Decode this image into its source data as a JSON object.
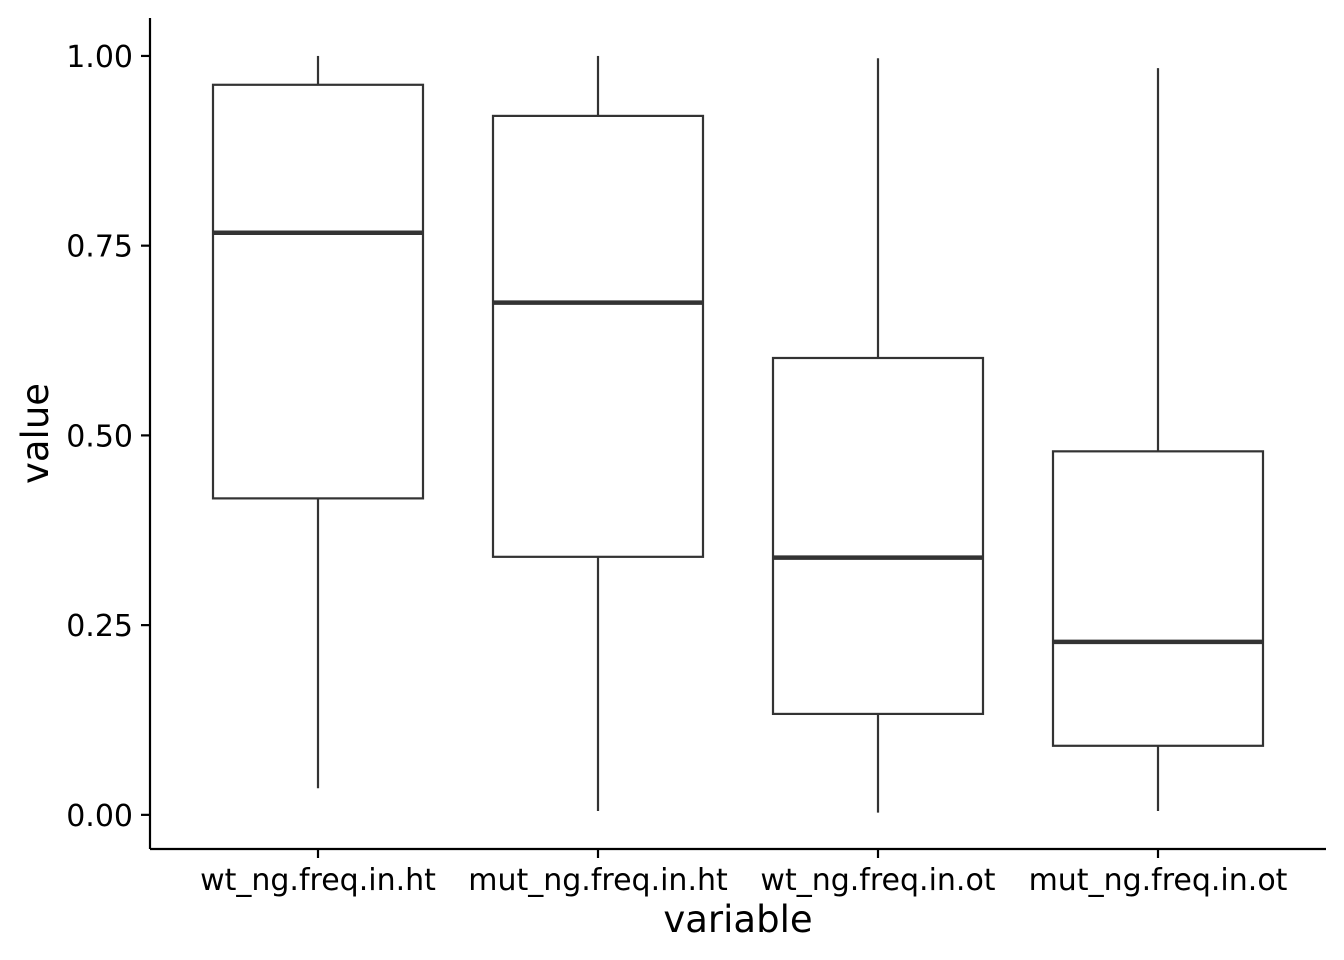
{
  "chart_data": {
    "type": "box",
    "xlabel": "variable",
    "ylabel": "value",
    "ylim": [
      -0.045,
      1.05
    ],
    "yticks": [
      0.0,
      0.25,
      0.5,
      0.75,
      1.0
    ],
    "ytick_labels": [
      "0.00",
      "0.25",
      "0.50",
      "0.75",
      "1.00"
    ],
    "categories": [
      "wt_ng.freq.in.ht",
      "mut_ng.freq.in.ht",
      "wt_ng.freq.in.ot",
      "mut_ng.freq.in.ot"
    ],
    "boxes": [
      {
        "category": "wt_ng.freq.in.ht",
        "whisker_low": 0.035,
        "q1": 0.417,
        "median": 0.767,
        "q3": 0.962,
        "whisker_high": 1.0
      },
      {
        "category": "mut_ng.freq.in.ht",
        "whisker_low": 0.005,
        "q1": 0.34,
        "median": 0.675,
        "q3": 0.921,
        "whisker_high": 1.0
      },
      {
        "category": "wt_ng.freq.in.ot",
        "whisker_low": 0.003,
        "q1": 0.133,
        "median": 0.339,
        "q3": 0.602,
        "whisker_high": 0.997
      },
      {
        "category": "mut_ng.freq.in.ot",
        "whisker_low": 0.005,
        "q1": 0.091,
        "median": 0.228,
        "q3": 0.479,
        "whisker_high": 0.984
      }
    ],
    "grid": false,
    "legend": "none",
    "colors": {
      "box_stroke": "#333333",
      "box_fill": "#ffffff",
      "axis": "#000000"
    }
  }
}
